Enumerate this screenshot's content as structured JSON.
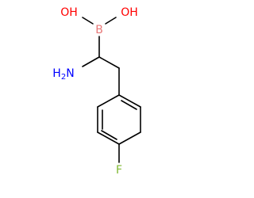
{
  "molecule": {
    "atoms": {
      "oh_left": {
        "text": "OH",
        "color": "#ff0000",
        "element": "O"
      },
      "oh_right": {
        "text": "OH",
        "color": "#ff0000",
        "element": "O"
      },
      "boron": {
        "text": "B",
        "color": "#e87878",
        "element": "B"
      },
      "amine": {
        "text": "H2N",
        "color": "#0000ff",
        "element": "N"
      },
      "fluorine": {
        "text": "F",
        "color": "#7fb832",
        "element": "F"
      }
    },
    "bond_color": "#000000"
  }
}
